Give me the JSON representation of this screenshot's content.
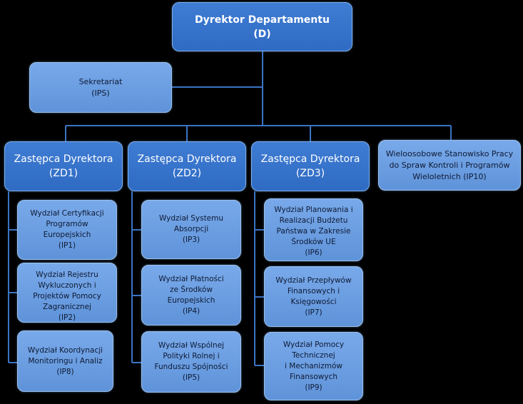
{
  "director": {
    "line1": "Dyrektor Departamentu",
    "line2": "(D)"
  },
  "secretariat": {
    "line1": "Sekretariat",
    "line2": "(IPS)"
  },
  "deputies": [
    {
      "line1": "Zastępca Dyrektora",
      "line2": "(ZD1)"
    },
    {
      "line1": "Zastępca Dyrektora",
      "line2": "(ZD2)"
    },
    {
      "line1": "Zastępca Dyrektora",
      "line2": "(ZD3)"
    }
  ],
  "multi_post": {
    "line1": "Wieloosobowe Stanowisko Pracy",
    "line2": "do Spraw Kontroli i Programów",
    "line3": "Wieloletnich (IP10)"
  },
  "zd1_units": [
    {
      "lines": [
        "Wydział Certyfikacji",
        "Programów",
        "Europejskich",
        "(IP1)"
      ]
    },
    {
      "lines": [
        "Wydział Rejestru",
        "Wykluczonych i",
        "Projektów Pomocy",
        "Zagranicznej",
        "(IP2)"
      ]
    },
    {
      "lines": [
        "Wydział Koordynacji",
        "Monitoringu i Analiz",
        "(IP8)"
      ]
    }
  ],
  "zd2_units": [
    {
      "lines": [
        "Wydział Systemu",
        "Absorpcji",
        "(IP3)"
      ]
    },
    {
      "lines": [
        "Wydział Płatności",
        "ze Środków",
        "Europejskich",
        "(IP4)"
      ]
    },
    {
      "lines": [
        "Wydział Wspólnej",
        "Polityki Rolnej i",
        "Funduszu Spójności",
        "(IP5)"
      ]
    }
  ],
  "zd3_units": [
    {
      "lines": [
        "Wydział Planowania i",
        "Realizacji Budżetu",
        "Państwa w Zakresie",
        "Środków UE",
        "(IP6)"
      ]
    },
    {
      "lines": [
        "Wydział Przepływów",
        "Finansowych i",
        "Księgowości",
        "(IP7)"
      ]
    },
    {
      "lines": [
        "Wydział Pomocy",
        "Technicznej",
        "i Mechanizmów",
        "Finansowych",
        "(IP9)"
      ]
    }
  ]
}
